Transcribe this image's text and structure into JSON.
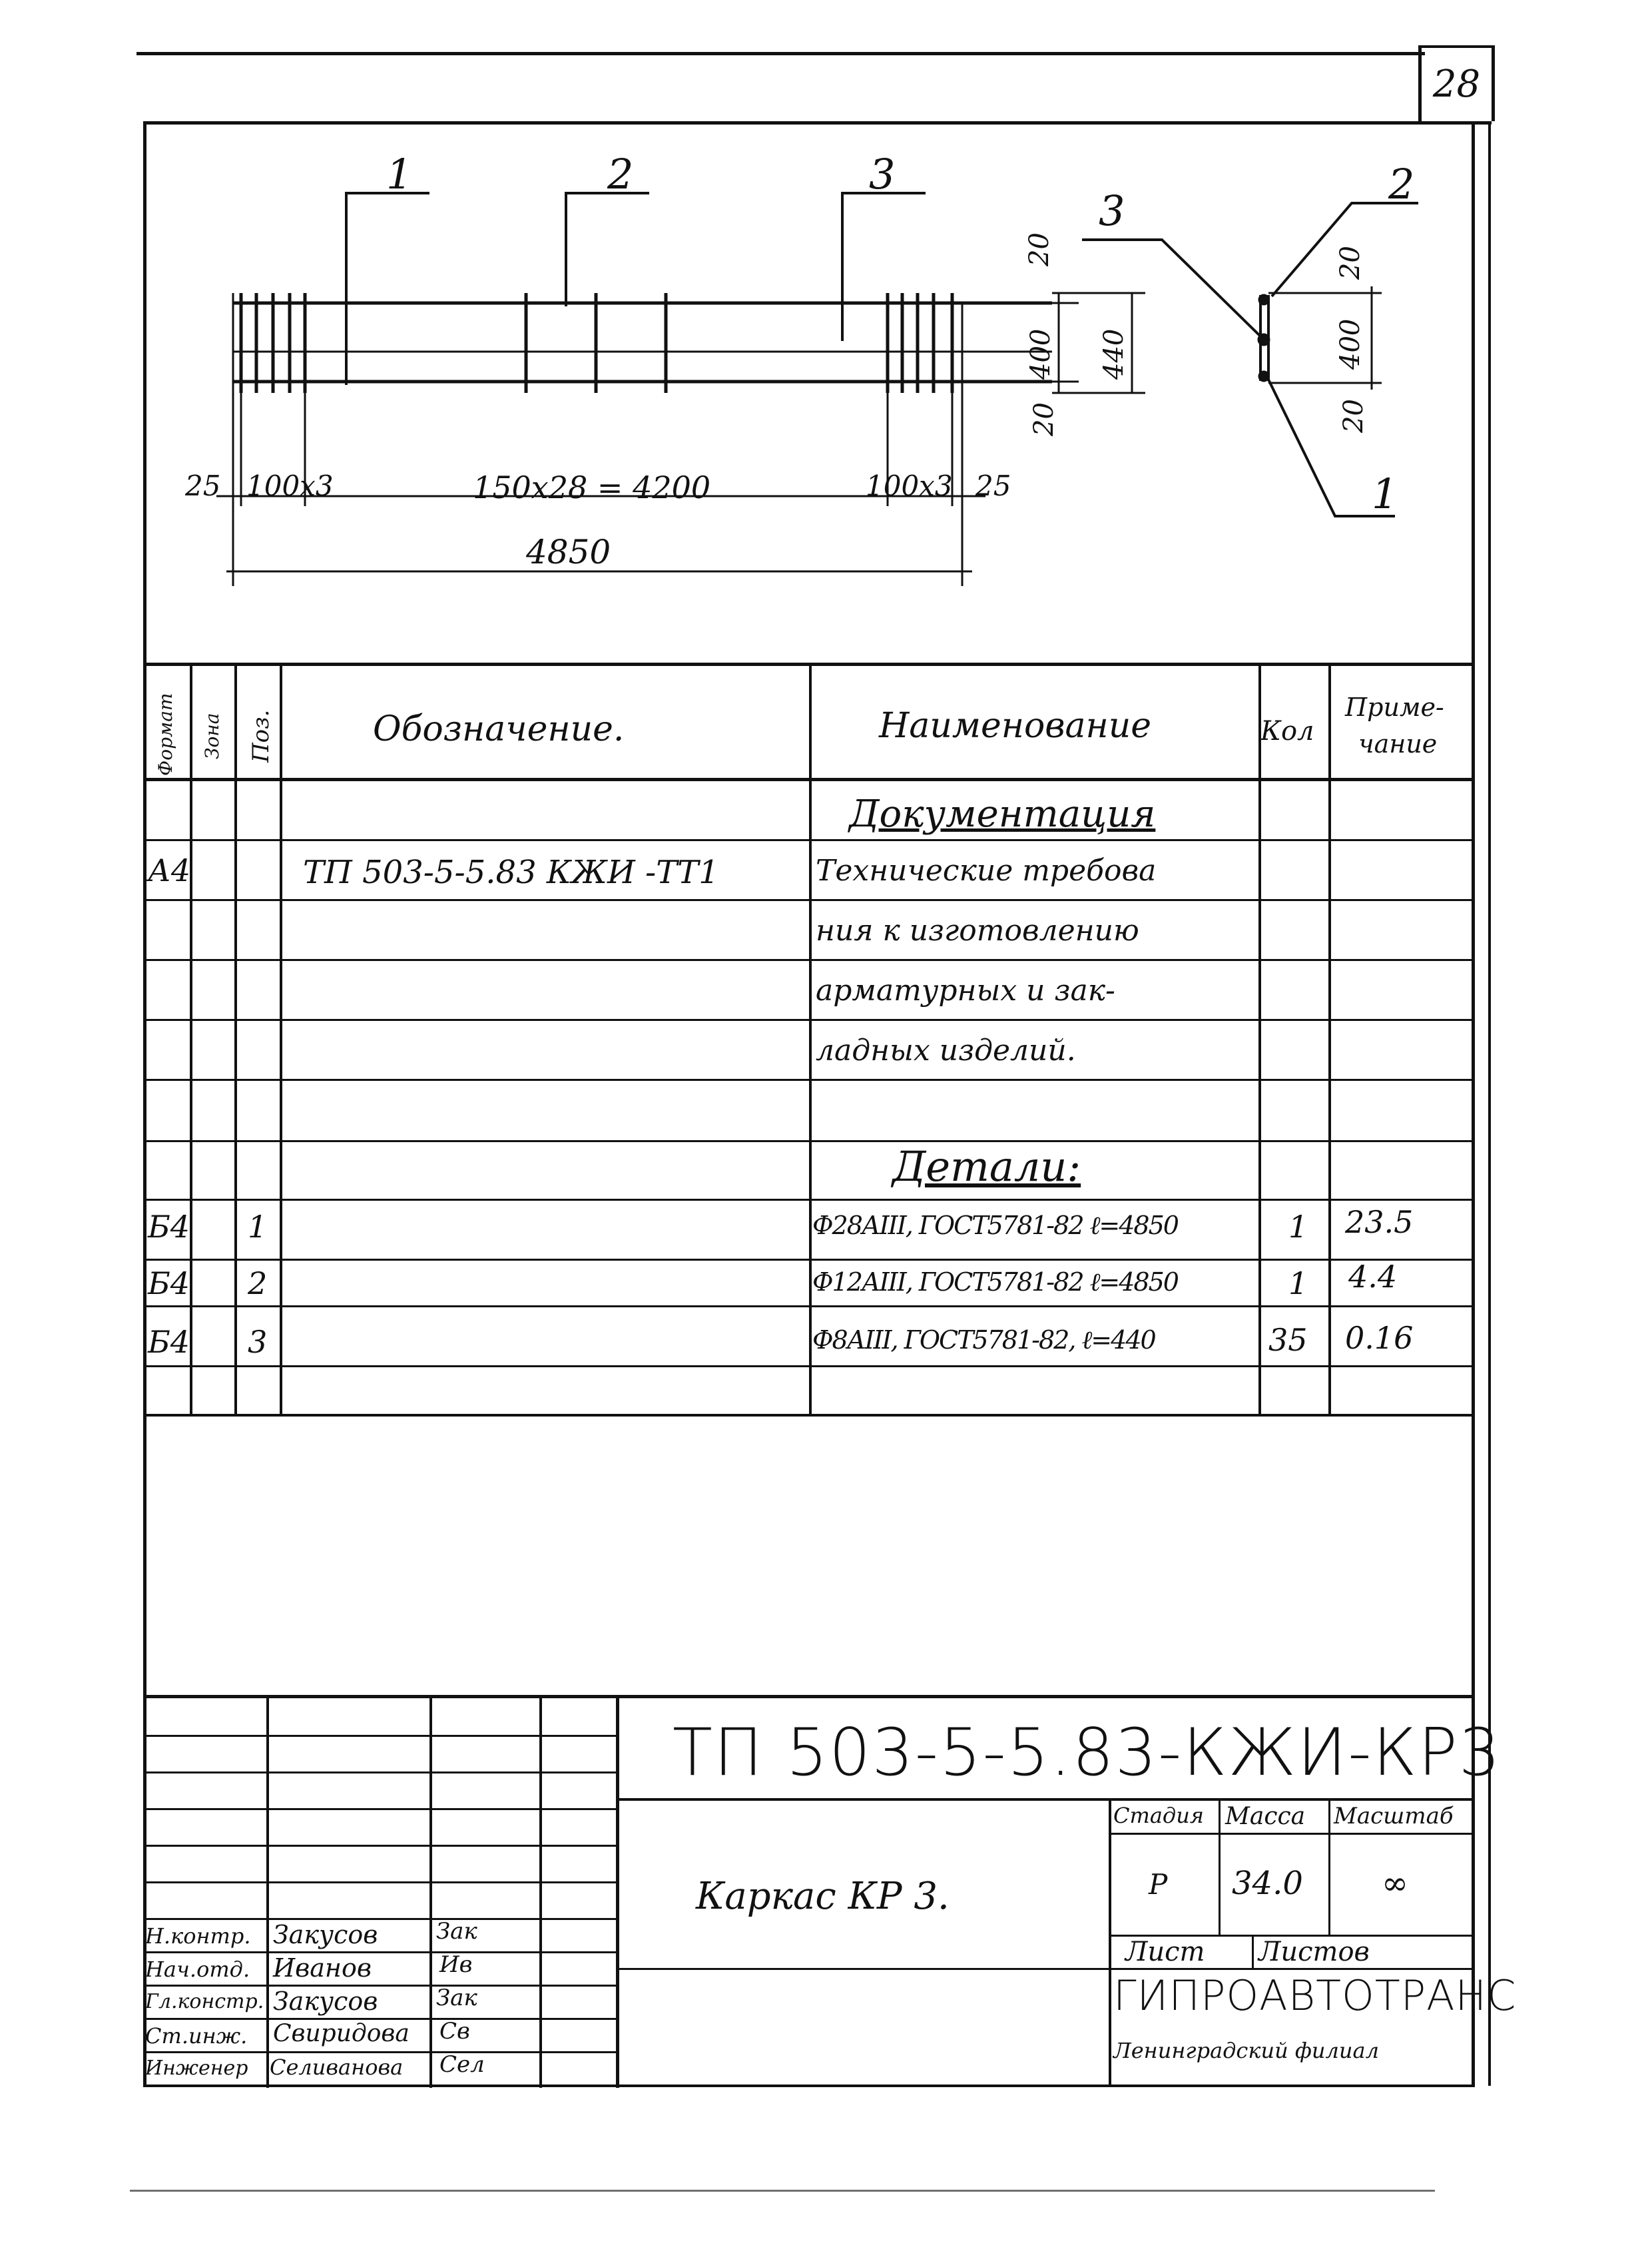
{
  "sheet_number": "28",
  "drawing": {
    "callouts_main": [
      "1",
      "2",
      "3"
    ],
    "callouts_section": [
      "3",
      "2",
      "1"
    ],
    "dims": {
      "end_left": "25",
      "spacing_left": "100x3",
      "middle": "150x28 = 4200",
      "spacing_right": "100x3",
      "end_right": "25",
      "overall": "4850",
      "top_offset": "20",
      "inner_height": "400",
      "outer_height": "440",
      "bottom_offset": "20",
      "sec_top": "20",
      "sec_inner": "400",
      "sec_bottom": "20"
    }
  },
  "spec_table": {
    "headers": {
      "format": "Формат",
      "zone": "Зона",
      "pos": "Поз.",
      "designation": "Обозначение.",
      "name": "Наименование",
      "qty": "Кол",
      "note_line1": "Приме-",
      "note_line2": "чание"
    },
    "section_documentation": "Документация",
    "doc_format": "А4",
    "doc_designation": "ТП 503-5-5.83   КЖИ -ТТ1",
    "doc_name_lines": [
      "Технические требова",
      "ния к изготовлению",
      "арматурных и зак-",
      "ладных изделий."
    ],
    "section_details": "Детали:",
    "rows": [
      {
        "format": "Б4",
        "pos": "1",
        "name": "Ф28АIII, ГОСТ5781-82 ℓ=4850",
        "qty": "1",
        "note": "23.5"
      },
      {
        "format": "Б4",
        "pos": "2",
        "name": "Ф12АIII, ГОСТ5781-82 ℓ=4850",
        "qty": "1",
        "note": "4.4"
      },
      {
        "format": "Б4",
        "pos": "3",
        "name": "Ф8АIII, ГОСТ5781-82, ℓ=440",
        "qty": "35",
        "note": "0.16"
      }
    ]
  },
  "title_block": {
    "code": "ТП   503-5-5.83-КЖИ-КР3",
    "object_name": "Каркас  КР 3.",
    "stage_label": "Стадия",
    "mass_label": "Масса",
    "scale_label": "Масштаб",
    "stage_value": "Р",
    "mass_value": "34.0",
    "scale_value": "∞",
    "sheet_label": "Лист",
    "sheets_label": "Листов",
    "org_name": "ГИПРОАВТОТРАНС",
    "org_branch": "Ленинградский филиал",
    "staff": [
      {
        "role": "Н.контр.",
        "name": "Закусов",
        "sign": "Зак"
      },
      {
        "role": "Нач.отд.",
        "name": "Иванов",
        "sign": "Ив"
      },
      {
        "role": "Гл.констр.",
        "name": "Закусов",
        "sign": "Зак"
      },
      {
        "role": "Ст.инж.",
        "name": "Свиридова",
        "sign": "Св"
      },
      {
        "role": "Инженер",
        "name": "Селиванова",
        "sign": "Сел"
      }
    ]
  }
}
